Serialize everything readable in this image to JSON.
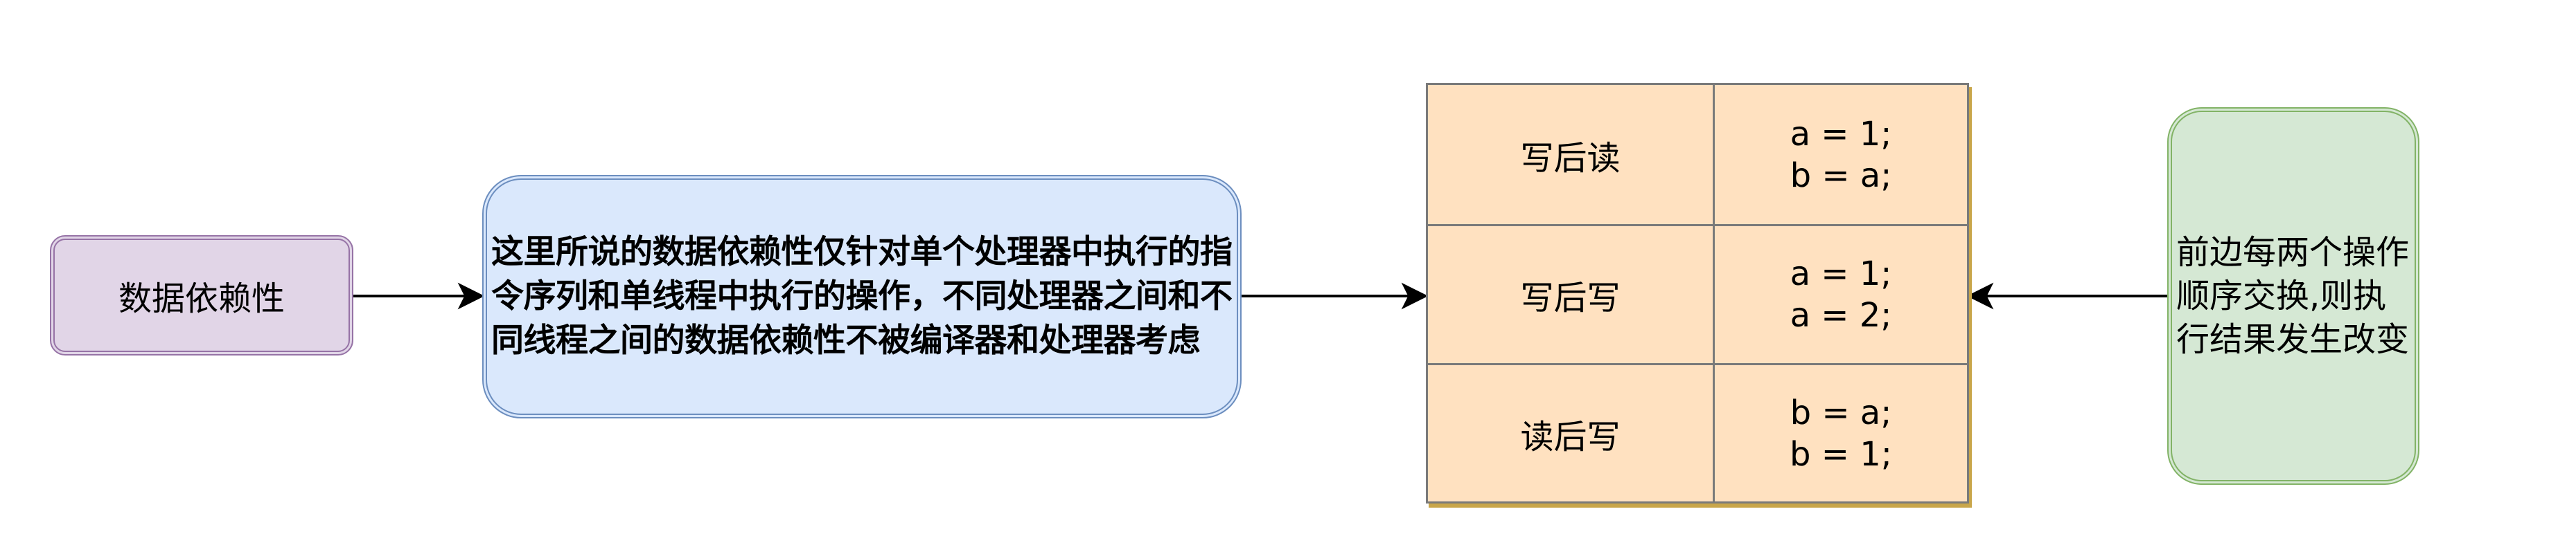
{
  "diagram": {
    "nodes": {
      "data_dependency": {
        "label": "数据依赖性",
        "fill": "#e1d5e7",
        "stroke": "#9673a6"
      },
      "description": {
        "text": "这里所说的数据依赖性仅针对单个处理器中执行的指令序列和单线程中执行的操作，不同处理器之间和不同线程之间的数据依赖性不被编译器和处理器考虑",
        "fill": "#dae8fc",
        "stroke": "#6c8ebf"
      },
      "table": {
        "fill": "#ffe1c0",
        "rows": [
          {
            "label": "写后读",
            "code_line1": "a = 1;",
            "code_line2": "b = a;"
          },
          {
            "label": "写后写",
            "code_line1": "a = 1;",
            "code_line2": "a = 2;"
          },
          {
            "label": "读后写",
            "code_line1": "b = a;",
            "code_line2": "b = 1;"
          }
        ]
      },
      "note": {
        "text": "前边每两个操作顺序交换,则执行结果发生改变",
        "fill": "#d5e8d4",
        "stroke": "#82b366"
      }
    },
    "edges": [
      {
        "from": "data_dependency",
        "to": "description"
      },
      {
        "from": "description",
        "to": "table"
      },
      {
        "from": "note",
        "to": "table"
      }
    ]
  }
}
